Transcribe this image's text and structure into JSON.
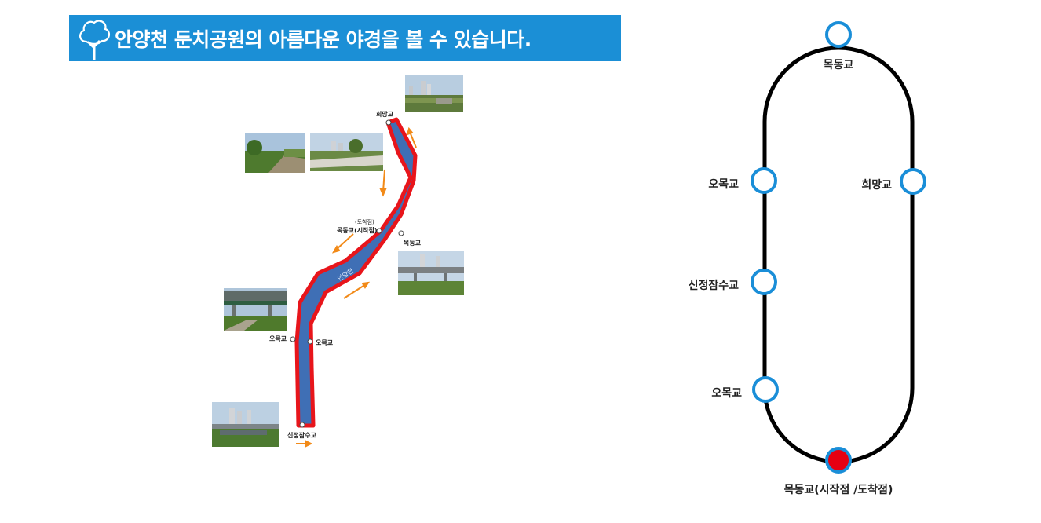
{
  "banner": {
    "title": "안양천 둔치공원의 아름다운 야경을 볼 수 있습니다.",
    "icon": "tree-icon",
    "color": "#1b8fd6"
  },
  "map": {
    "labels": {
      "huimang": "희망교",
      "arrival_note": "(도착점)",
      "mokdong_start": "목동교(시작점)",
      "mokdong": "목동교",
      "river": "안양천",
      "omok_left": "오목교",
      "omok_right": "오목교",
      "sinjeong": "신정잠수교"
    },
    "colors": {
      "river": "#3f6fb5",
      "route": "#e8151b",
      "arrow": "#f28a18"
    }
  },
  "diagram": {
    "stations": {
      "top": "목동교",
      "left_upper": "오목교",
      "right": "희망교",
      "left_middle": "신정잠수교",
      "left_lower": "오목교",
      "bottom": "목동교(시작점 /도착점)"
    },
    "colors": {
      "track": "#000000",
      "station": "#1a8ed8",
      "start": "#e60012"
    }
  }
}
